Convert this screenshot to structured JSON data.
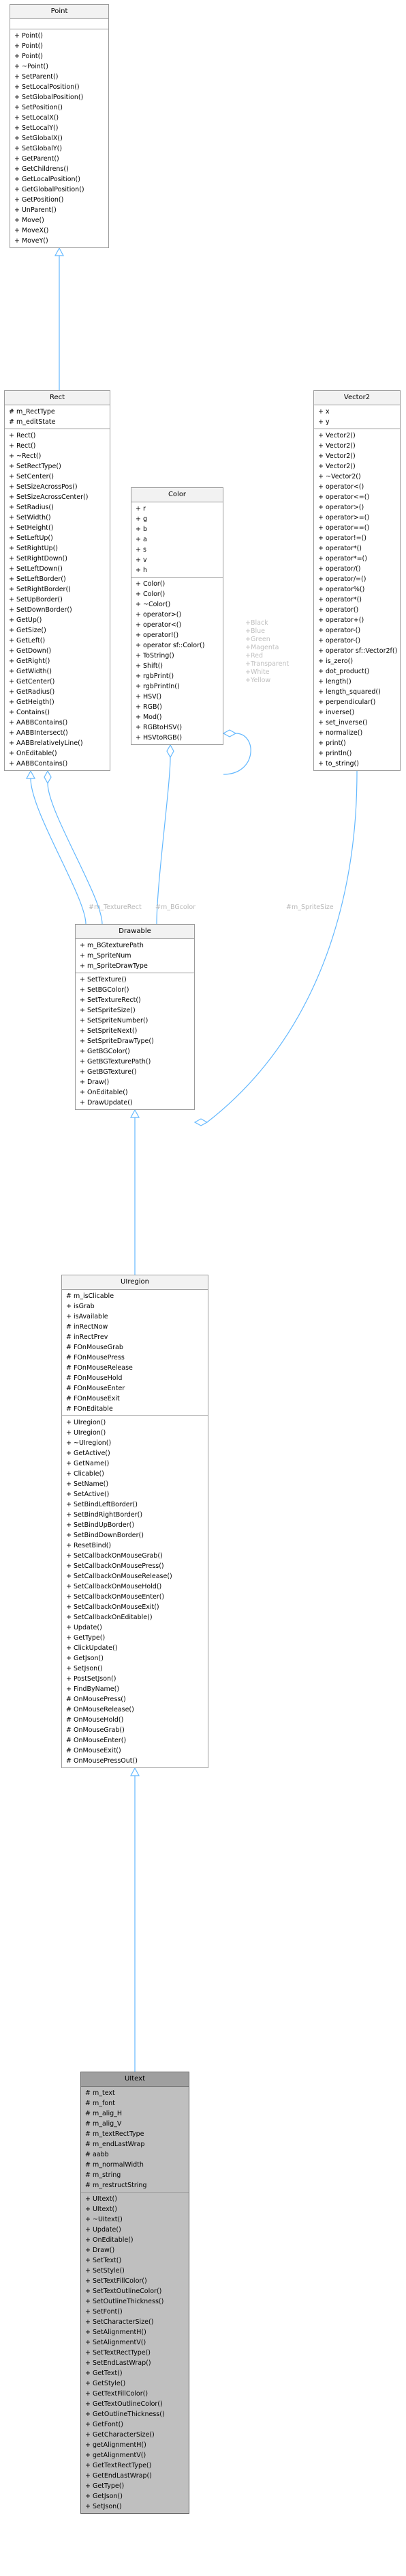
{
  "colors": {
    "edge": "#63b8ff",
    "label": "#b0b0b0"
  },
  "classes": [
    {
      "key": "point",
      "title": "Point",
      "attributes": [],
      "methods": [
        "+ Point()",
        "+ Point()",
        "+ Point()",
        "+ ~Point()",
        "+ SetParent()",
        "+ SetLocalPosition()",
        "+ SetGlobalPosition()",
        "+ SetPosition()",
        "+ SetLocalX()",
        "+ SetLocalY()",
        "+ SetGlobalX()",
        "+ SetGlobalY()",
        "+ GetParent()",
        "+ GetChildrens()",
        "+ GetLocalPosition()",
        "+ GetGlobalPosition()",
        "+ GetPosition()",
        "+ UnParent()",
        "+ Move()",
        "+ MoveX()",
        "+ MoveY()"
      ]
    },
    {
      "key": "rect",
      "title": "Rect",
      "attributes": [
        "# m_RectType",
        "# m_editState"
      ],
      "methods": [
        "+ Rect()",
        "+ Rect()",
        "+ ~Rect()",
        "+ SetRectType()",
        "+ SetCenter()",
        "+ SetSizeAcrossPos()",
        "+ SetSizeAcrossCenter()",
        "+ SetRadius()",
        "+ SetWidth()",
        "+ SetHeight()",
        "+ SetLeftUp()",
        "+ SetRightUp()",
        "+ SetRightDown()",
        "+ SetLeftDown()",
        "+ SetLeftBorder()",
        "+ SetRightBorder()",
        "+ SetUpBorder()",
        "+ SetDownBorder()",
        "+ GetUp()",
        "+ GetSize()",
        "+ GetLeft()",
        "+ GetDown()",
        "+ GetRight()",
        "+ GetWidth()",
        "+ GetCenter()",
        "+ GetRadius()",
        "+ GetHeigth()",
        "+ Contains()",
        "+ AABBContains()",
        "+ AABBIntersect()",
        "+ AABBrelativelyLine()",
        "+ OnEditable()",
        "+ AABBContains()"
      ]
    },
    {
      "key": "color",
      "title": "Color",
      "attributes": [
        "+ r",
        "+ g",
        "+ b",
        "+ a",
        "+ s",
        "+ v",
        "+ h"
      ],
      "methods": [
        "+ Color()",
        "+ Color()",
        "+ ~Color()",
        "+ operator>()",
        "+ operator<()",
        "+ operator!()",
        "+ operator sf::Color()",
        "+ ToString()",
        "+ Shift()",
        "+ rgbPrint()",
        "+ rgbPrintln()",
        "+ HSV()",
        "+ RGB()",
        "+ Mod()",
        "+ RGBtoHSV()",
        "+ HSVtoRGB()"
      ]
    },
    {
      "key": "vector2",
      "title": "Vector2",
      "attributes": [
        "+ x",
        "+ y"
      ],
      "methods": [
        "+ Vector2()",
        "+ Vector2()",
        "+ Vector2()",
        "+ Vector2()",
        "+ ~Vector2()",
        "+ operator<()",
        "+ operator<=()",
        "+ operator>()",
        "+ operator>=()",
        "+ operator==()",
        "+ operator!=()",
        "+ operator*()",
        "+ operator*=()",
        "+ operator/()",
        "+ operator/=()",
        "+ operator%()",
        "+ operator*()",
        "+ operator()",
        "+ operator+()",
        "+ operator-()",
        "+ operator-()",
        "+ operator sf::Vector2f()",
        "+ is_zero()",
        "+ dot_product()",
        "+ length()",
        "+ length_squared()",
        "+ perpendicular()",
        "+ inverse()",
        "+ set_inverse()",
        "+ normalize()",
        "+ print()",
        "+ println()",
        "+ to_string()"
      ]
    },
    {
      "key": "drawable",
      "title": "Drawable",
      "attributes": [
        "+ m_BGtexturePath",
        "+ m_SpriteNum",
        "+ m_SpriteDrawType"
      ],
      "methods": [
        "+ SetTexture()",
        "+ SetBGColor()",
        "+ SetTextureRect()",
        "+ SetSpriteSize()",
        "+ SetSpriteNumber()",
        "+ SetSpriteNext()",
        "+ SetSpriteDrawType()",
        "+ GetBGColor()",
        "+ GetBGTexturePath()",
        "+ GetBGTexture()",
        "+ Draw()",
        "+ OnEditable()",
        "+ DrawUpdate()"
      ]
    },
    {
      "key": "uiregion",
      "title": "UIregion",
      "attributes": [
        "# m_isClicable",
        "+ isGrab",
        "+ isAvailable",
        "# inRectNow",
        "# inRectPrev",
        "# FOnMouseGrab",
        "# FOnMousePress",
        "# FOnMouseRelease",
        "# FOnMouseHold",
        "# FOnMouseEnter",
        "# FOnMouseExit",
        "# FOnEditable"
      ],
      "methods": [
        "+ UIregion()",
        "+ UIregion()",
        "+ ~UIregion()",
        "+ GetActive()",
        "+ GetName()",
        "+ Clicable()",
        "+ SetName()",
        "+ SetActive()",
        "+ SetBindLeftBorder()",
        "+ SetBindRightBorder()",
        "+ SetBindUpBorder()",
        "+ SetBindDownBorder()",
        "+ ResetBind()",
        "+ SetCallbackOnMouseGrab()",
        "+ SetCallbackOnMousePress()",
        "+ SetCallbackOnMouseRelease()",
        "+ SetCallbackOnMouseHold()",
        "+ SetCallbackOnMouseEnter()",
        "+ SetCallbackOnMouseExit()",
        "+ SetCallbackOnEditable()",
        "+ Update()",
        "+ GetType()",
        "+ ClickUpdate()",
        "+ GetJson()",
        "+ SetJson()",
        "+ PostSetJson()",
        "+ FindByName()",
        "# OnMousePress()",
        "# OnMouseRelease()",
        "# OnMouseHold()",
        "# OnMouseGrab()",
        "# OnMouseEnter()",
        "# OnMouseExit()",
        "# OnMousePressOut()"
      ]
    },
    {
      "key": "uitext",
      "title": "UItext",
      "attributes": [
        "# m_text",
        "# m_font",
        "# m_alig_H",
        "# m_alig_V",
        "# m_textRectType",
        "# m_endLastWrap",
        "# aabb",
        "# m_normalWidth",
        "# m_string",
        "# m_restructString"
      ],
      "methods": [
        "+ UItext()",
        "+ UItext()",
        "+ ~UItext()",
        "+ Update()",
        "+ OnEditable()",
        "+ Draw()",
        "+ SetText()",
        "+ SetStyle()",
        "+ SetTextFillColor()",
        "+ SetTextOutlineColor()",
        "+ SetOutlineThickness()",
        "+ SetFont()",
        "+ SetCharacterSize()",
        "+ SetAlignmentH()",
        "+ SetAlignmentV()",
        "+ SetTextRectType()",
        "+ SetEndLastWrap()",
        "+ GetText()",
        "+ GetStyle()",
        "+ GetTextFillColor()",
        "+ GetTextOutlineColor()",
        "+ GetOutlineThickness()",
        "+ GetFont()",
        "+ GetCharacterSize()",
        "+ getAlignmentH()",
        "+ getAlignmentV()",
        "+ GetTextRectType()",
        "+ GetEndLastWrap()",
        "+ GetType()",
        "+ GetJson()",
        "+ SetJson()"
      ]
    }
  ],
  "color_enum_labels": [
    "+Black",
    "+Blue",
    "+Green",
    "+Magenta",
    "+Red",
    "+Transparent",
    "+White",
    "+Yellow"
  ],
  "edge_labels": {
    "texture_rect": "#m_TextureRect",
    "bgcolor": "#m_BGcolor",
    "sprite_size": "#m_SpriteSize"
  }
}
